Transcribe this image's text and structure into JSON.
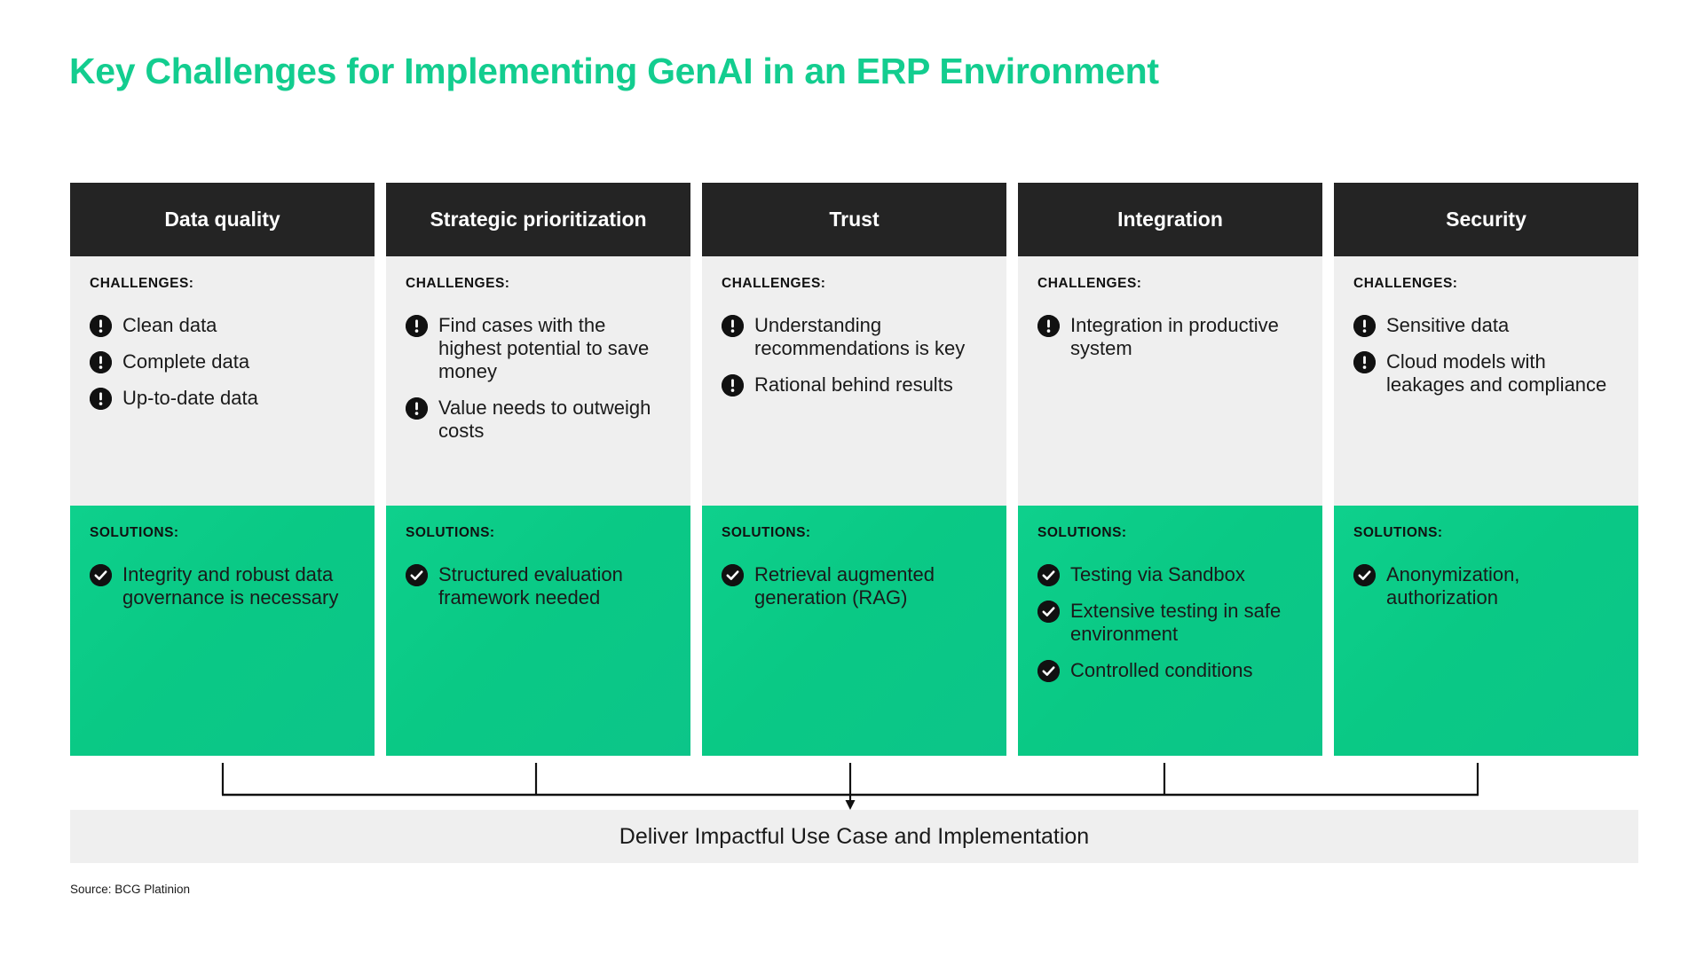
{
  "title": "Key Challenges for Implementing GenAI in an ERP Environment",
  "labels": {
    "challenges": "CHALLENGES:",
    "solutions": "SOLUTIONS:"
  },
  "colors": {
    "accent_green": "#13cd8f",
    "solutions_green": "#0ac985",
    "header_black": "#242424",
    "challenges_grey": "#efefef",
    "outcome_grey": "#efefef"
  },
  "icons": {
    "challenge": "exclamation-circle-icon",
    "solution": "check-circle-icon",
    "arrow": "arrow-down-icon"
  },
  "columns": [
    {
      "header": "Data quality",
      "challenges": [
        "Clean data",
        "Complete data",
        "Up-to-date data"
      ],
      "solutions": [
        "Integrity and robust data governance is necessary"
      ]
    },
    {
      "header": "Strategic prioritization",
      "header_line1": "Strategic",
      "header_line2": "prioritization",
      "challenges": [
        "Find cases with the highest potential to save money",
        "Value needs to outweigh costs"
      ],
      "solutions": [
        "Structured evaluation framework needed"
      ]
    },
    {
      "header": "Trust",
      "challenges": [
        "Understanding recommendations is key",
        "Rational behind results"
      ],
      "solutions": [
        "Retrieval augmented generation (RAG)"
      ]
    },
    {
      "header": "Integration",
      "challenges": [
        "Integration in productive system"
      ],
      "solutions": [
        "Testing via Sandbox",
        "Extensive testing in safe environment",
        "Controlled conditions"
      ]
    },
    {
      "header": "Security",
      "challenges": [
        "Sensitive data",
        "Cloud models with leakages and compliance"
      ],
      "solutions": [
        "Anonymization, authorization"
      ]
    }
  ],
  "outcome": "Deliver Impactful Use Case and Implementation",
  "source": "Source: BCG Platinion"
}
